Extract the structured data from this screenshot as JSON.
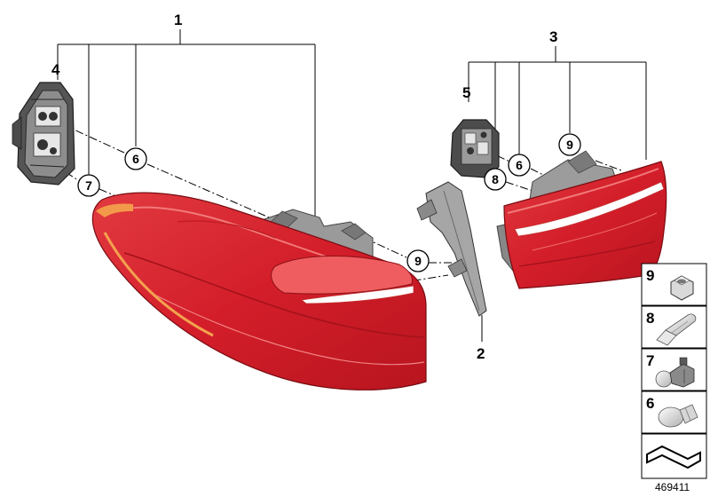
{
  "callouts": {
    "c1": "1",
    "c2": "2",
    "c3": "3",
    "c4": "4",
    "c5": "5",
    "c6a": "6",
    "c6b": "6",
    "c7": "7",
    "c8": "8",
    "c9a": "9",
    "c9b": "9"
  },
  "parts_panel": {
    "items": [
      {
        "number": "9",
        "icon": "hex-nut-icon"
      },
      {
        "number": "8",
        "icon": "wedge-bulb-icon"
      },
      {
        "number": "7",
        "icon": "bulb-socket-icon"
      },
      {
        "number": "6",
        "icon": "bulb-icon"
      }
    ],
    "bottom_icon": "assembly-symbol-icon"
  },
  "image_number": "469411",
  "colors": {
    "lens_red": "#d8202c",
    "lens_light": "#ee6a6a",
    "housing_grey": "#9a9a9a",
    "board_dark": "#3c3c3c"
  }
}
